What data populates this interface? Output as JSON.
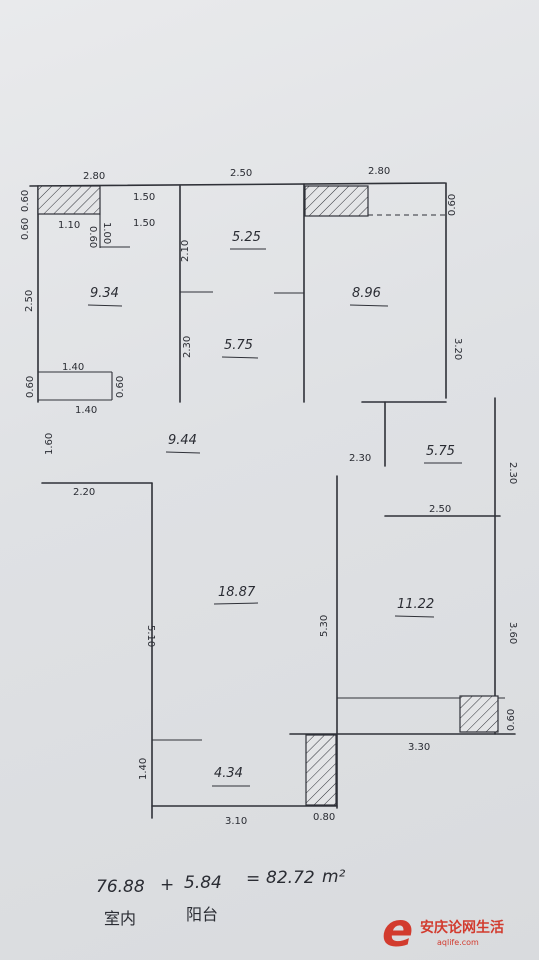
{
  "floorplan": {
    "dims": {
      "top_left": "2.80",
      "top_mid": "2.50",
      "top_right": "2.80",
      "kitchen_top": "1.50",
      "kitchen_inner": "1.50",
      "left_top": "0.60",
      "left_top2": "0.60",
      "left_inner": "1.10",
      "left_inner2": "1.00",
      "left_inner3": "0.60",
      "left_side": "2.50",
      "mid_left": "2.10",
      "mid_left2": "2.30",
      "bath_top": "1.40",
      "bath_bottom": "1.40",
      "bath_left": "0.60",
      "bath_right": "0.60",
      "right_top_side": "0.60",
      "right_side": "3.20",
      "left_low": "1.60",
      "corr_mid": "2.30",
      "living_top": "2.20",
      "living_side": "5.10",
      "living_right": "5.30",
      "room_right_top": "2.50",
      "room_right_side": "2.30",
      "room_right_side2": "3.60",
      "room_bottom": "3.30",
      "room_bottom_side": "0.60",
      "bal_side": "1.40",
      "bal_bottom": "3.10",
      "bal_right": "0.80"
    },
    "areas": {
      "left_room": "9.34",
      "top_mid": "5.25",
      "mid_room": "5.75",
      "right_room": "8.96",
      "corridor": "9.44",
      "small_right": "5.75",
      "living": "18.87",
      "bedroom": "11.22",
      "balcony": "4.34"
    }
  },
  "formula": {
    "indoor": "76.88",
    "plus": "+",
    "balcony": "5.84",
    "equals": "=",
    "total": "82.72",
    "unit": "m²",
    "indoor_label": "室内",
    "balcony_label": "阳台"
  },
  "watermark": {
    "name": "安庆论网生活",
    "url": "aqlife.com",
    "letter": "e"
  }
}
